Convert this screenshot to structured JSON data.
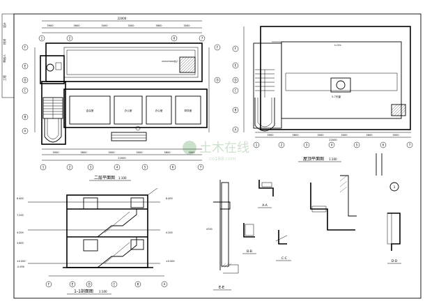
{
  "sheet": {
    "side_labels": [
      "设计",
      "校对",
      "审核人",
      "工程"
    ],
    "watermark": {
      "main": "土木在线",
      "sub": "co188.com"
    }
  },
  "floor_plan": {
    "title": "二层平面图",
    "scale": "1:100",
    "top_total": "22000",
    "top_dims": [
      "3900",
      "3600",
      "3000",
      "3000",
      "3600",
      "3000"
    ],
    "bottom_total": "22000",
    "bottom_dims": [
      "3900",
      "3600",
      "3000",
      "3000",
      "3600",
      "3000"
    ],
    "axes_x": [
      "1",
      "2",
      "3",
      "4",
      "5",
      "6",
      "7"
    ],
    "axes_y": [
      "F",
      "E",
      "D",
      "C",
      "B",
      "A"
    ],
    "rooms": [
      "会议室",
      "办公室",
      "办公室",
      "财务室"
    ],
    "note": "2000X3000柱子"
  },
  "roof_plan": {
    "title": "屋顶平面图",
    "scale": "1:100",
    "total": "22000",
    "dims": [
      "3900",
      "3600",
      "3000",
      "3000",
      "3600",
      "3000"
    ],
    "axes_x": [
      "1",
      "2",
      "3",
      "4",
      "5",
      "6",
      "7"
    ],
    "axes_y": [
      "F",
      "E",
      "D",
      "C",
      "B",
      "A"
    ],
    "note": "I=2%",
    "detail_label": "5-7天窗"
  },
  "section": {
    "title": "1-1剖面图",
    "scale": "1:100",
    "levels": [
      "8.400",
      "7.200",
      "4.200",
      "3.600",
      "±0.000",
      "-0.450"
    ],
    "axes": [
      "F",
      "E",
      "D",
      "C",
      "B",
      "A"
    ]
  },
  "details": {
    "ee_title": "E-E",
    "aa_title": "A-A",
    "bb_title": "B-B",
    "cc_title": "C-C",
    "dd_title": "D-D",
    "ee_note": "4700",
    "dd_circle": "1"
  }
}
